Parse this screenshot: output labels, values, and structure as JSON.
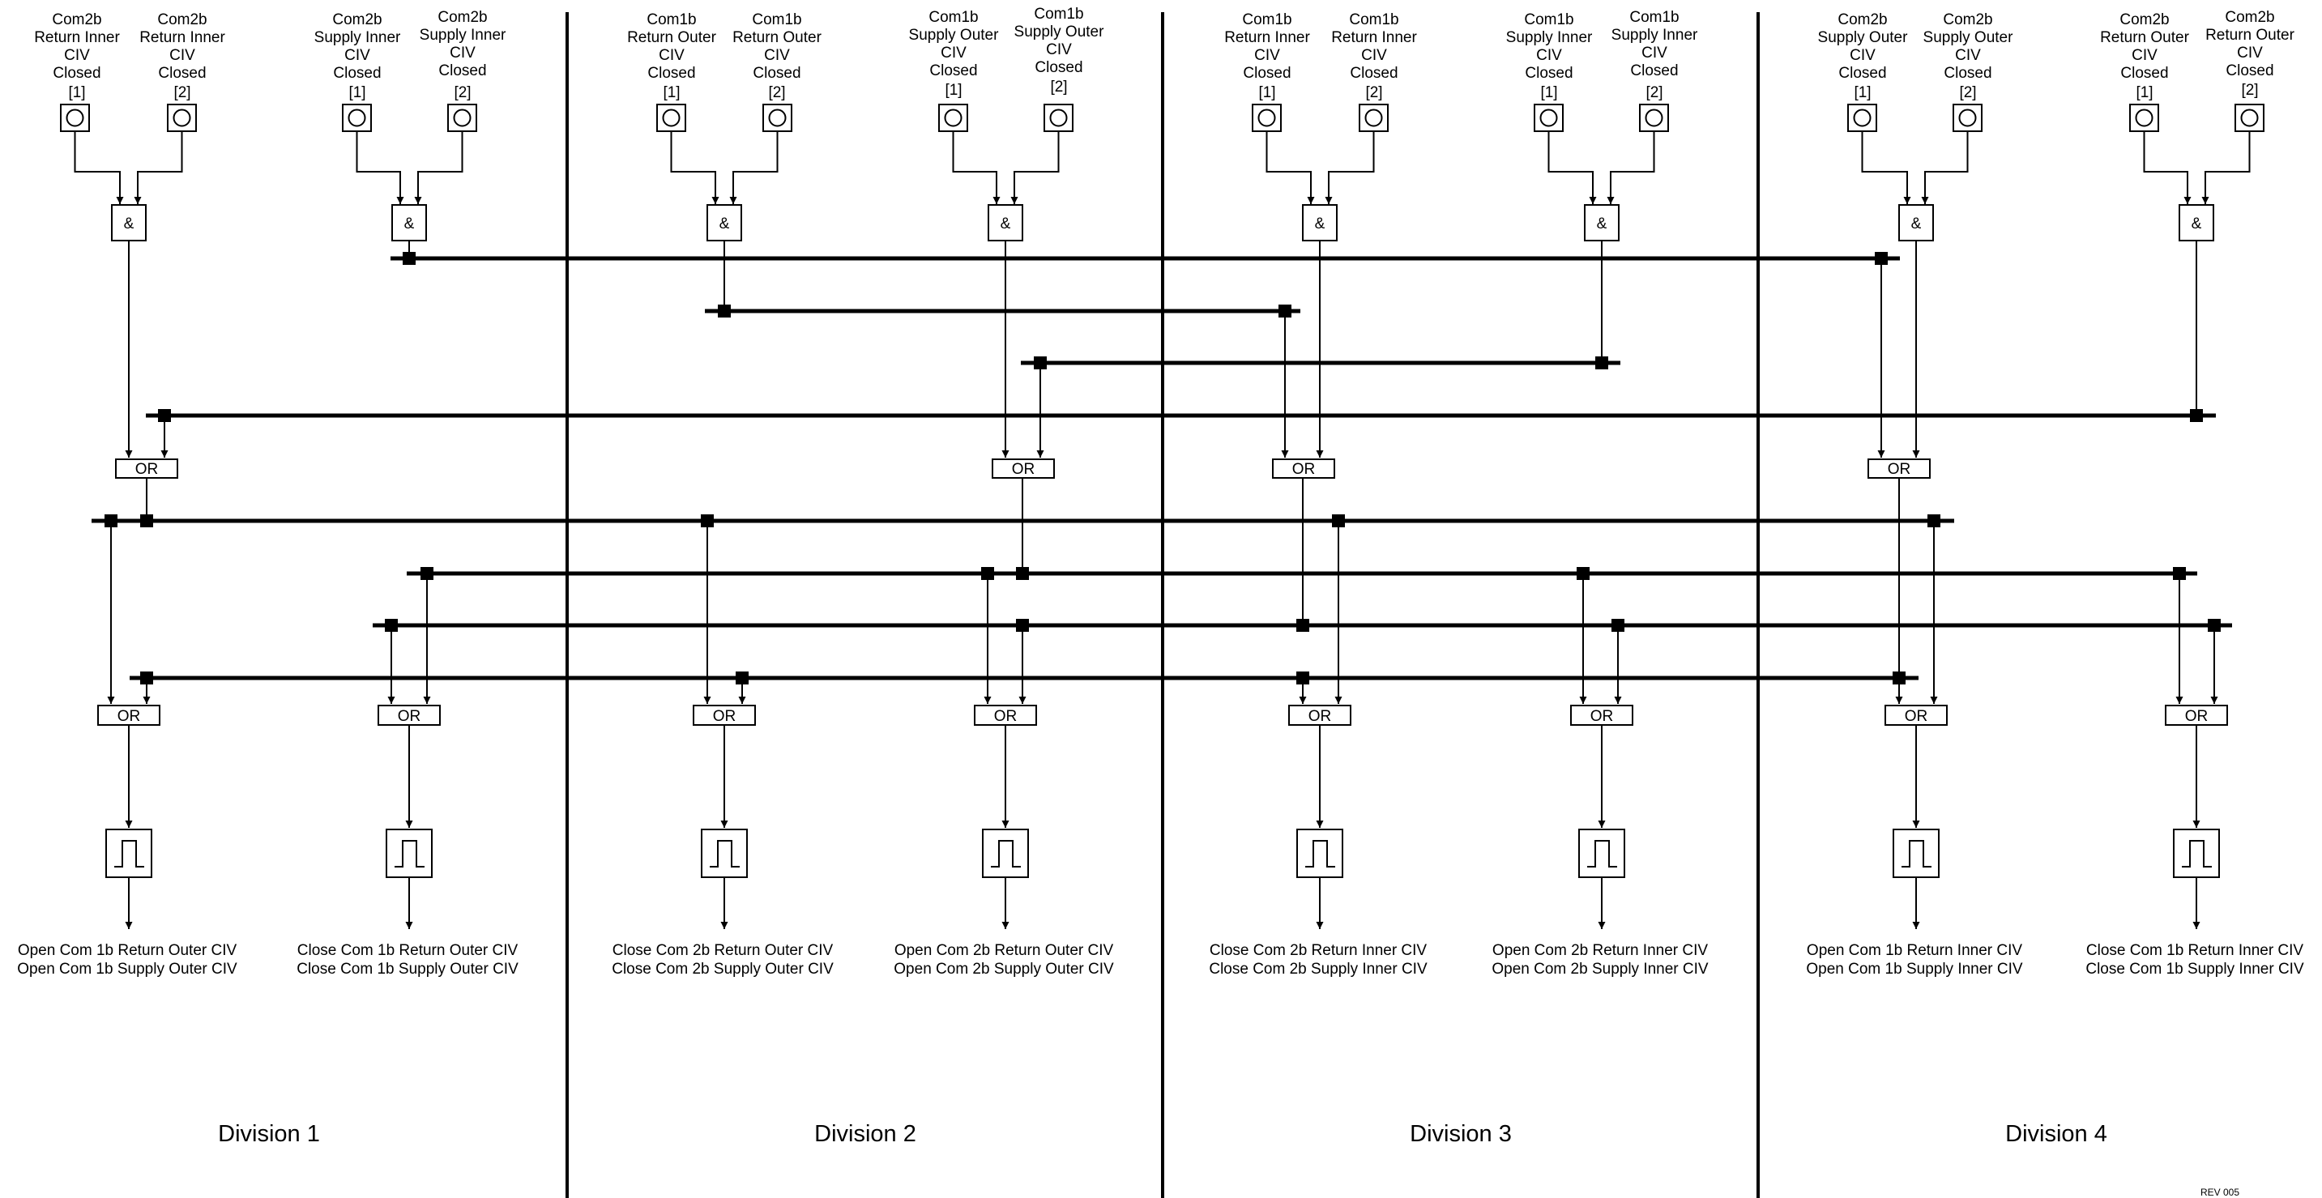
{
  "divisions": [
    "Division 1",
    "Division 2",
    "Division 3",
    "Division 4"
  ],
  "revision": "REV 005",
  "and_label": "&",
  "or_label": "OR",
  "input_groups": [
    {
      "labels": [
        [
          "Com2b",
          "Return Inner",
          "CIV",
          "Closed",
          "[1]"
        ],
        [
          "Com2b",
          "Return Inner",
          "CIV",
          "Closed",
          "[2]"
        ]
      ]
    },
    {
      "labels": [
        [
          "Com2b",
          "Supply Inner",
          "CIV",
          "Closed",
          "[1]"
        ],
        [
          "Com2b",
          "Supply Inner",
          "CIV",
          "Closed",
          "[2]"
        ]
      ]
    },
    {
      "labels": [
        [
          "Com1b",
          "Return Outer",
          "CIV",
          "Closed",
          "[1]"
        ],
        [
          "Com1b",
          "Return Outer",
          "CIV",
          "Closed",
          "[2]"
        ]
      ]
    },
    {
      "labels": [
        [
          "Com1b",
          "Supply Outer",
          "CIV",
          "Closed",
          "[1]"
        ],
        [
          "Com1b",
          "Supply Outer",
          "CIV",
          "Closed",
          "[2]"
        ]
      ]
    },
    {
      "labels": [
        [
          "Com1b",
          "Return Inner",
          "CIV",
          "Closed",
          "[1]"
        ],
        [
          "Com1b",
          "Return Inner",
          "CIV",
          "Closed",
          "[2]"
        ]
      ]
    },
    {
      "labels": [
        [
          "Com1b",
          "Supply Inner",
          "CIV",
          "Closed",
          "[1]"
        ],
        [
          "Com1b",
          "Supply Inner",
          "CIV",
          "Closed",
          "[2]"
        ]
      ]
    },
    {
      "labels": [
        [
          "Com2b",
          "Supply Outer",
          "CIV",
          "Closed",
          "[1]"
        ],
        [
          "Com2b",
          "Supply Outer",
          "CIV",
          "Closed",
          "[2]"
        ]
      ]
    },
    {
      "labels": [
        [
          "Com2b",
          "Return Outer",
          "CIV",
          "Closed",
          "[1]"
        ],
        [
          "Com2b",
          "Return Outer",
          "CIV",
          "Closed",
          "[2]"
        ]
      ]
    }
  ],
  "outputs": [
    [
      "Open Com 1b Return Outer CIV",
      "Open Com 1b Supply Outer CIV"
    ],
    [
      "Close Com 1b Return Outer CIV",
      "Close Com 1b Supply Outer CIV"
    ],
    [
      "Close Com 2b Return Outer CIV",
      "Close Com 2b Supply Outer CIV"
    ],
    [
      "Open Com 2b Return Outer CIV",
      "Open Com 2b Supply Outer CIV"
    ],
    [
      "Close Com 2b Return Inner CIV",
      "Close Com 2b Supply Inner CIV"
    ],
    [
      "Open Com 2b Return Inner CIV",
      "Open Com 2b Supply Inner CIV"
    ],
    [
      "Open Com 1b Return Inner CIV",
      "Open Com 1b Supply Inner CIV"
    ],
    [
      "Close Com 1b Return Inner CIV",
      "Close Com 1b Supply Inner CIV"
    ]
  ]
}
